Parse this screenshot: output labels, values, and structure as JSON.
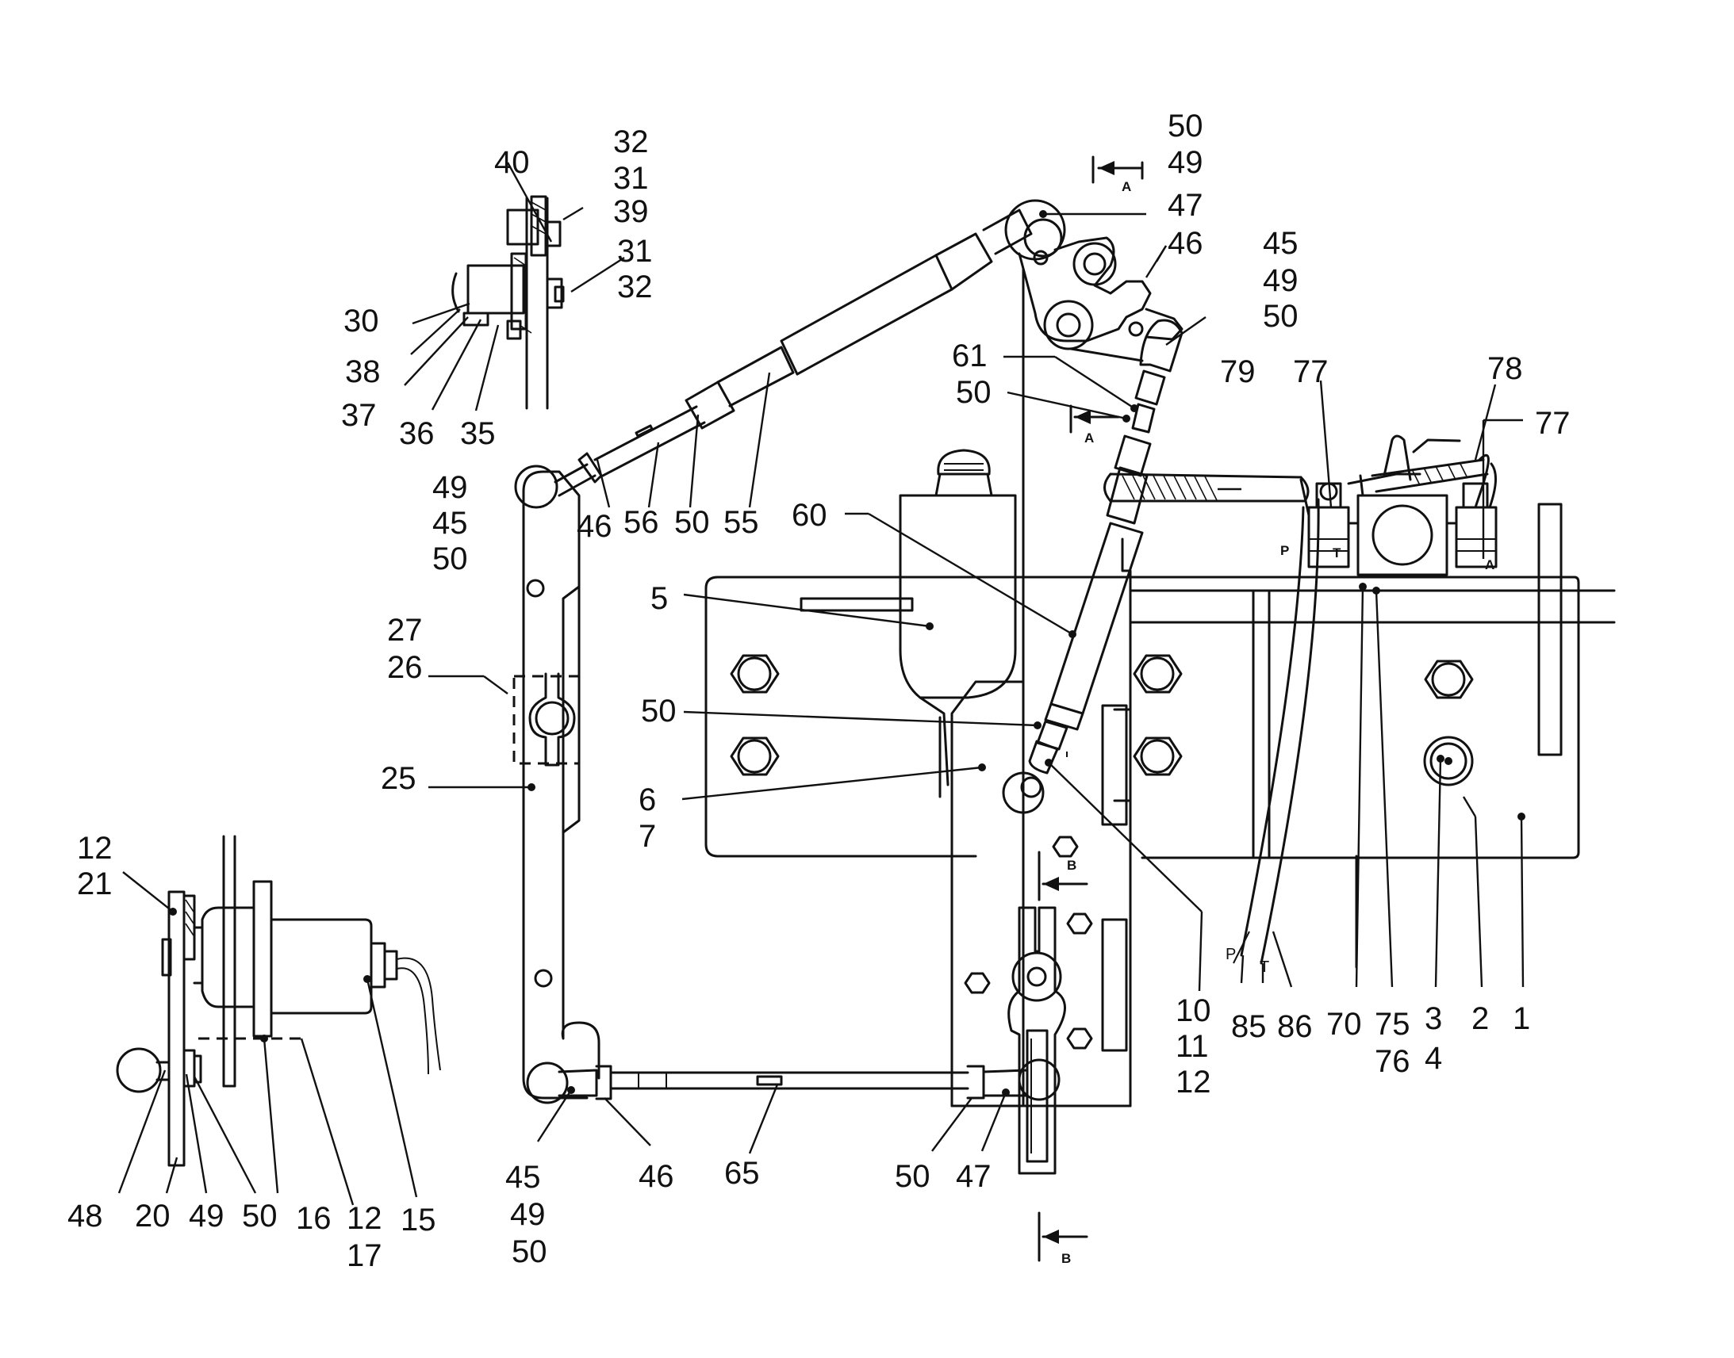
{
  "labels": {
    "l50a": "50",
    "l49a": "49",
    "l47a": "47",
    "l46a": "46",
    "l45b": "45",
    "l49b": "49",
    "l50b": "50",
    "l61": "61",
    "l50c": "50",
    "l79": "79",
    "l77a": "77",
    "l78": "78",
    "l77b": "77",
    "l32a": "32",
    "l31a": "31",
    "l40": "40",
    "l39": "39",
    "l31b": "31",
    "l32b": "32",
    "l30": "30",
    "l38": "38",
    "l37": "37",
    "l36": "36",
    "l35": "35",
    "l49c": "49",
    "l45c": "45",
    "l50d": "50",
    "l46b": "46",
    "l56": "56",
    "l50e": "50",
    "l55": "55",
    "l60": "60",
    "l5": "5",
    "l27": "27",
    "l26": "26",
    "l25": "25",
    "l50f": "50",
    "l6": "6",
    "l7": "7",
    "l12a": "12",
    "l21": "21",
    "l48": "48",
    "l20": "20",
    "l49d": "49",
    "l50g": "50",
    "l16": "16",
    "l12b": "12",
    "l17": "17",
    "l15": "15",
    "l45e": "45",
    "l49e": "49",
    "l50h": "50",
    "l46c": "46",
    "l65": "65",
    "l50i": "50",
    "l47b": "47",
    "l10": "10",
    "l11": "11",
    "l12c": "12",
    "l85": "85",
    "l86": "86",
    "l70": "70",
    "l75": "75",
    "l76": "76",
    "l3": "3",
    "l4": "4",
    "l2": "2",
    "l1": "1"
  },
  "section_marks": {
    "A1": "A",
    "A2": "A",
    "B1": "B",
    "B2": "B"
  },
  "ports": {
    "P1": "P",
    "T1": "T",
    "A3": "A",
    "P2": "P",
    "T2": "T"
  }
}
